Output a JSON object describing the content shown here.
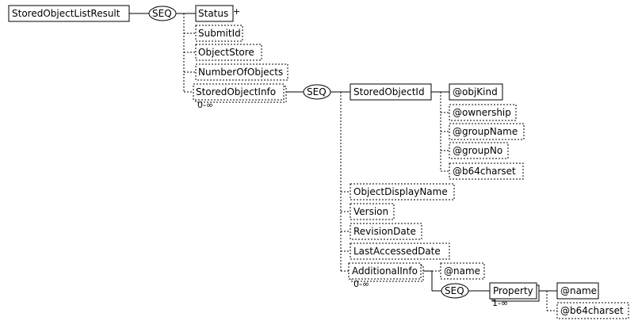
{
  "root": {
    "label": "StoredObjectListResult"
  },
  "seq": {
    "label": "SEQ"
  },
  "elements": {
    "status": "Status",
    "submit_id": "SubmitId",
    "object_store": "ObjectStore",
    "number_of_objects": "NumberOfObjects",
    "stored_object_info": "StoredObjectInfo",
    "stored_object_id": "StoredObjectId",
    "object_display_name": "ObjectDisplayName",
    "version": "Version",
    "revision_date": "RevisionDate",
    "last_accessed_date": "LastAccessedDate",
    "additional_info": "AdditionalInfo",
    "property": "Property"
  },
  "attributes": {
    "obj_kind": "@objKind",
    "ownership": "@ownership",
    "group_name": "@groupName",
    "group_no": "@groupNo",
    "b64charset": "@b64charset",
    "name": "@name"
  },
  "cardinality": {
    "zero_many": "0-∞",
    "one_many": "1-∞",
    "plus": "+"
  }
}
